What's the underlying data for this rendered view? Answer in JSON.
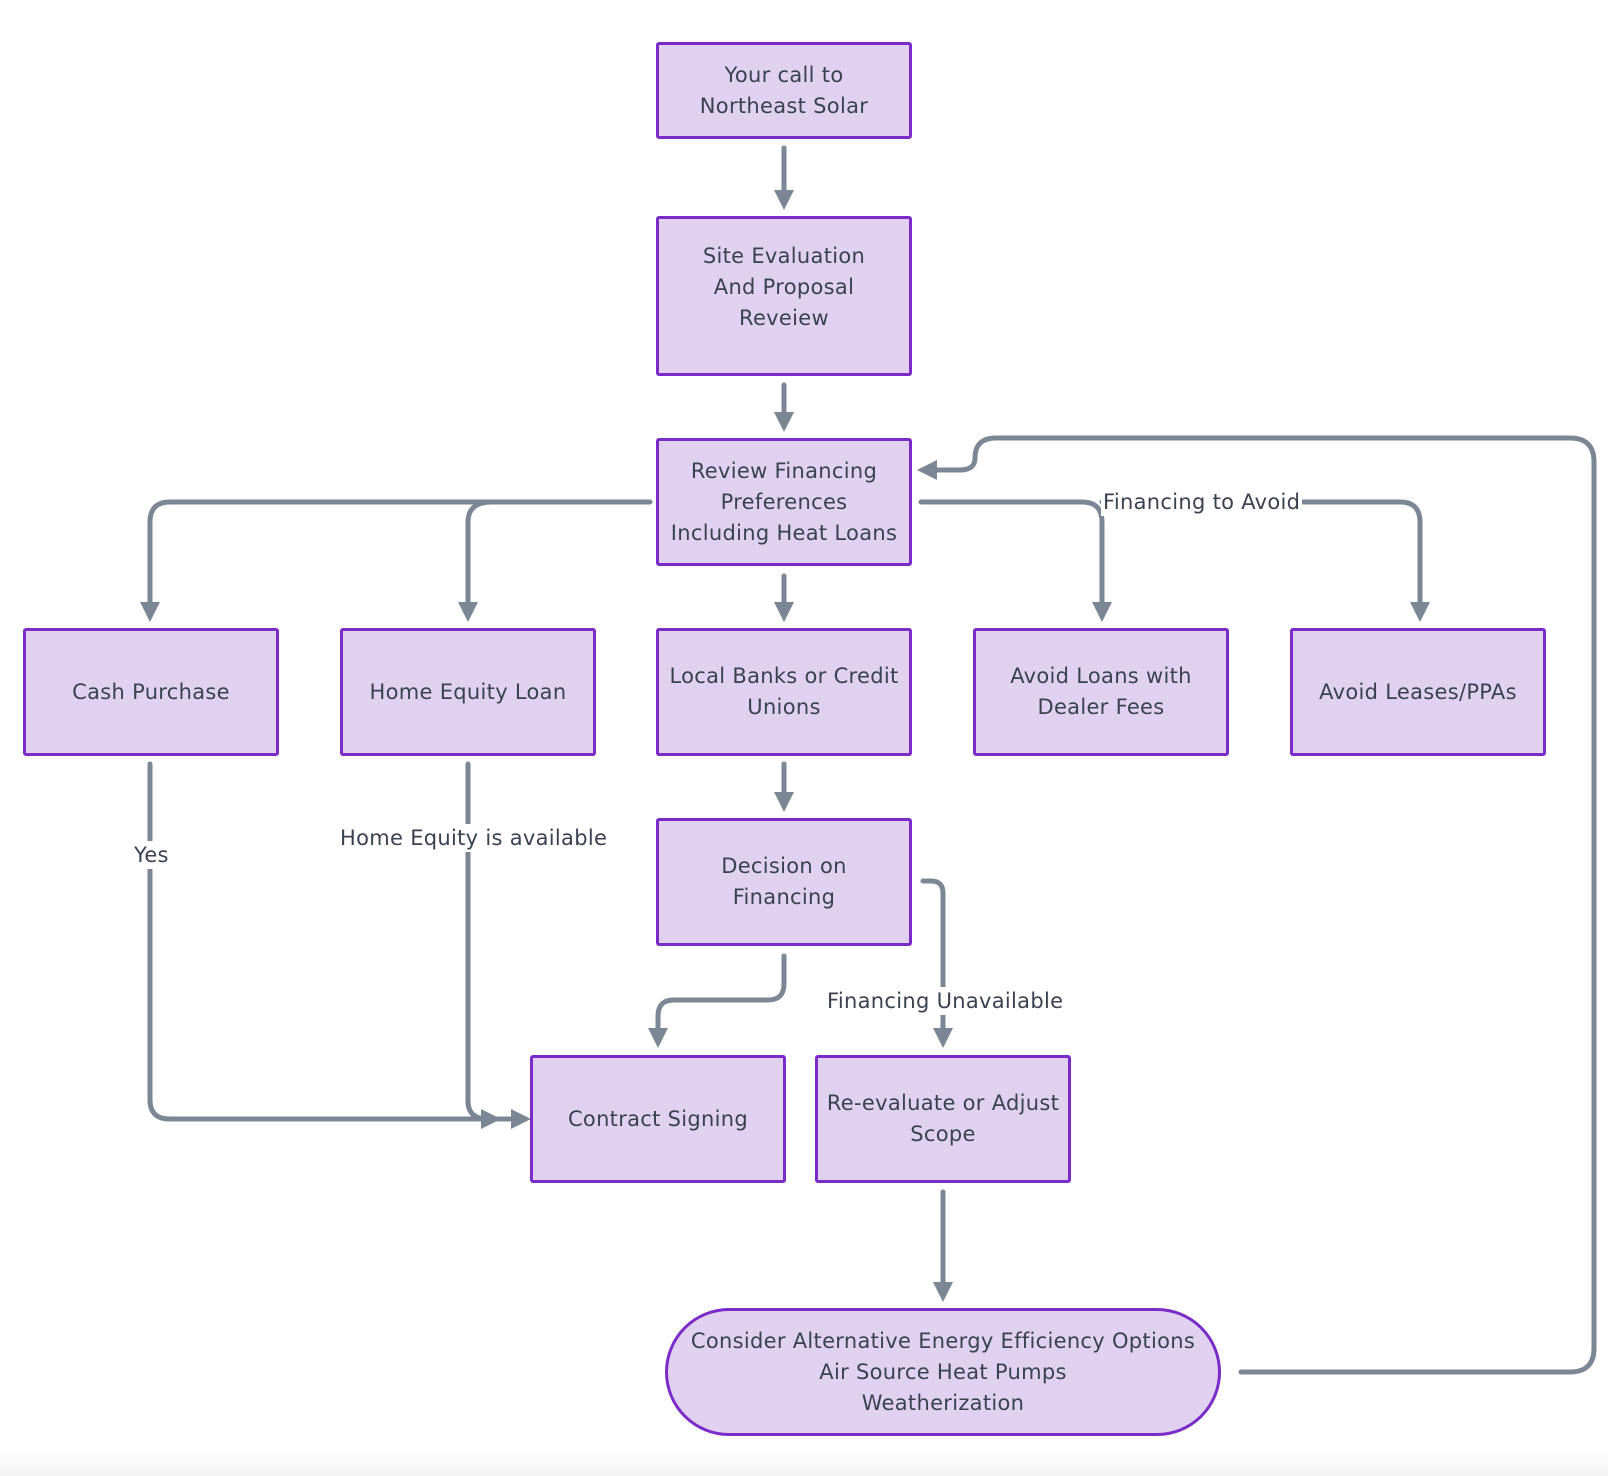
{
  "colors": {
    "node_fill": "#e0d1f1",
    "node_border": "#7a2bc8",
    "edge": "#7b8794",
    "text": "#3a4150"
  },
  "nodes": {
    "call": "Your call to\nNortheast Solar",
    "site": "Site Evaluation\nAnd Proposal\nReveiew",
    "review": "Review Financing\nPreferences\nIncluding Heat Loans",
    "cash": "Cash Purchase",
    "equity": "Home Equity Loan",
    "banks": "Local Banks or Credit\nUnions",
    "dealer": "Avoid Loans with\nDealer Fees",
    "leases": "Avoid Leases/PPAs",
    "decision": "Decision on\nFinancing",
    "contract": "Contract Signing",
    "reevaluate": "Re-evaluate or Adjust\nScope",
    "alternative": "Consider Alternative Energy Efficiency Options\nAir Source Heat Pumps\nWeatherization"
  },
  "edge_labels": {
    "financing_to_avoid": "Financing to Avoid",
    "yes": "Yes",
    "home_equity_available": "Home Equity is available",
    "financing_unavailable": "Financing Unavailable"
  }
}
